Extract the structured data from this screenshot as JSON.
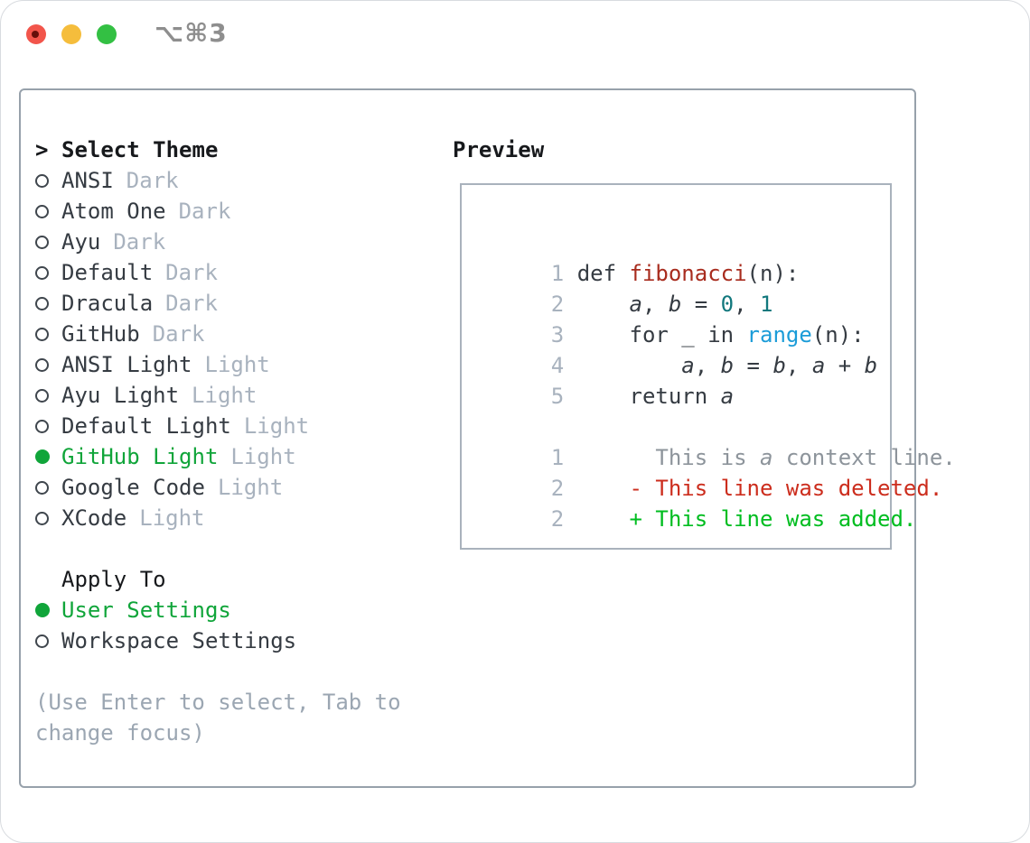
{
  "window": {
    "title": "⌥⌘3"
  },
  "colors": {
    "text-dark": "#353b42",
    "text-black": "#17191c",
    "muted": "#a8b2be",
    "hint": "#9ba6b2",
    "context": "#8d949b",
    "ring": "#3f464d",
    "green-sel": "#10a53a",
    "green-add": "#00bd20",
    "red-del": "#cc2d1d",
    "red-func": "#a82c1e",
    "teal": "#12787d",
    "blue": "#1b9cd8",
    "panel-border": "#97a1ab",
    "preview-border": "#a9b2bc",
    "title-gray": "#8e8e8e",
    "light-red": "#f2554b",
    "light-red-dot": "#650f0a",
    "light-yellow": "#f5bd3c",
    "light-green": "#33c043"
  },
  "left": {
    "heading_prefix": ">",
    "heading": "Select Theme",
    "themes": [
      {
        "name": "ANSI",
        "variant": "Dark",
        "selected": false
      },
      {
        "name": "Atom One",
        "variant": "Dark",
        "selected": false
      },
      {
        "name": "Ayu",
        "variant": "Dark",
        "selected": false
      },
      {
        "name": "Default",
        "variant": "Dark",
        "selected": false
      },
      {
        "name": "Dracula",
        "variant": "Dark",
        "selected": false
      },
      {
        "name": "GitHub",
        "variant": "Dark",
        "selected": false
      },
      {
        "name": "ANSI Light",
        "variant": "Light",
        "selected": false
      },
      {
        "name": "Ayu Light",
        "variant": "Light",
        "selected": false
      },
      {
        "name": "Default Light",
        "variant": "Light",
        "selected": false
      },
      {
        "name": "GitHub Light",
        "variant": "Light",
        "selected": true
      },
      {
        "name": "Google Code",
        "variant": "Light",
        "selected": false
      },
      {
        "name": "XCode",
        "variant": "Light",
        "selected": false
      }
    ],
    "apply_heading": "Apply To",
    "apply_options": [
      {
        "name": "User Settings",
        "selected": true
      },
      {
        "name": "Workspace Settings",
        "selected": false
      }
    ],
    "hint_line1": "(Use Enter to select, Tab to",
    "hint_line2": "change focus)"
  },
  "preview": {
    "heading": "Preview",
    "code": [
      {
        "num": "1",
        "segments": [
          {
            "t": "def ",
            "s": "c"
          },
          {
            "t": "fibonacci",
            "s": "fn"
          },
          {
            "t": "(n):",
            "s": "c"
          }
        ]
      },
      {
        "num": "2",
        "segments": [
          {
            "t": "    ",
            "s": "c"
          },
          {
            "t": "a",
            "s": "v"
          },
          {
            "t": ", ",
            "s": "c"
          },
          {
            "t": "b",
            "s": "v"
          },
          {
            "t": " = ",
            "s": "c"
          },
          {
            "t": "0",
            "s": "n"
          },
          {
            "t": ", ",
            "s": "c"
          },
          {
            "t": "1",
            "s": "n"
          }
        ]
      },
      {
        "num": "3",
        "segments": [
          {
            "t": "    for _ in ",
            "s": "c"
          },
          {
            "t": "range",
            "s": "b"
          },
          {
            "t": "(n):",
            "s": "c"
          }
        ]
      },
      {
        "num": "4",
        "segments": [
          {
            "t": "        ",
            "s": "c"
          },
          {
            "t": "a",
            "s": "v"
          },
          {
            "t": ", ",
            "s": "c"
          },
          {
            "t": "b",
            "s": "v"
          },
          {
            "t": " = ",
            "s": "c"
          },
          {
            "t": "b",
            "s": "v"
          },
          {
            "t": ", ",
            "s": "c"
          },
          {
            "t": "a",
            "s": "v"
          },
          {
            "t": " + ",
            "s": "c"
          },
          {
            "t": "b",
            "s": "v"
          }
        ]
      },
      {
        "num": "5",
        "segments": [
          {
            "t": "    return ",
            "s": "c"
          },
          {
            "t": "a",
            "s": "v"
          }
        ]
      },
      {
        "num": "",
        "segments": []
      },
      {
        "num": "1",
        "segments": [
          {
            "t": "      This is ",
            "s": "x"
          },
          {
            "t": "a",
            "s": "xv"
          },
          {
            "t": " context line.",
            "s": "x"
          }
        ]
      },
      {
        "num": "2",
        "segments": [
          {
            "t": "    ",
            "s": "c"
          },
          {
            "t": "- This line was deleted.",
            "s": "d"
          }
        ]
      },
      {
        "num": "2",
        "segments": [
          {
            "t": "    ",
            "s": "c"
          },
          {
            "t": "+ This line was added.",
            "s": "a"
          }
        ]
      }
    ]
  }
}
